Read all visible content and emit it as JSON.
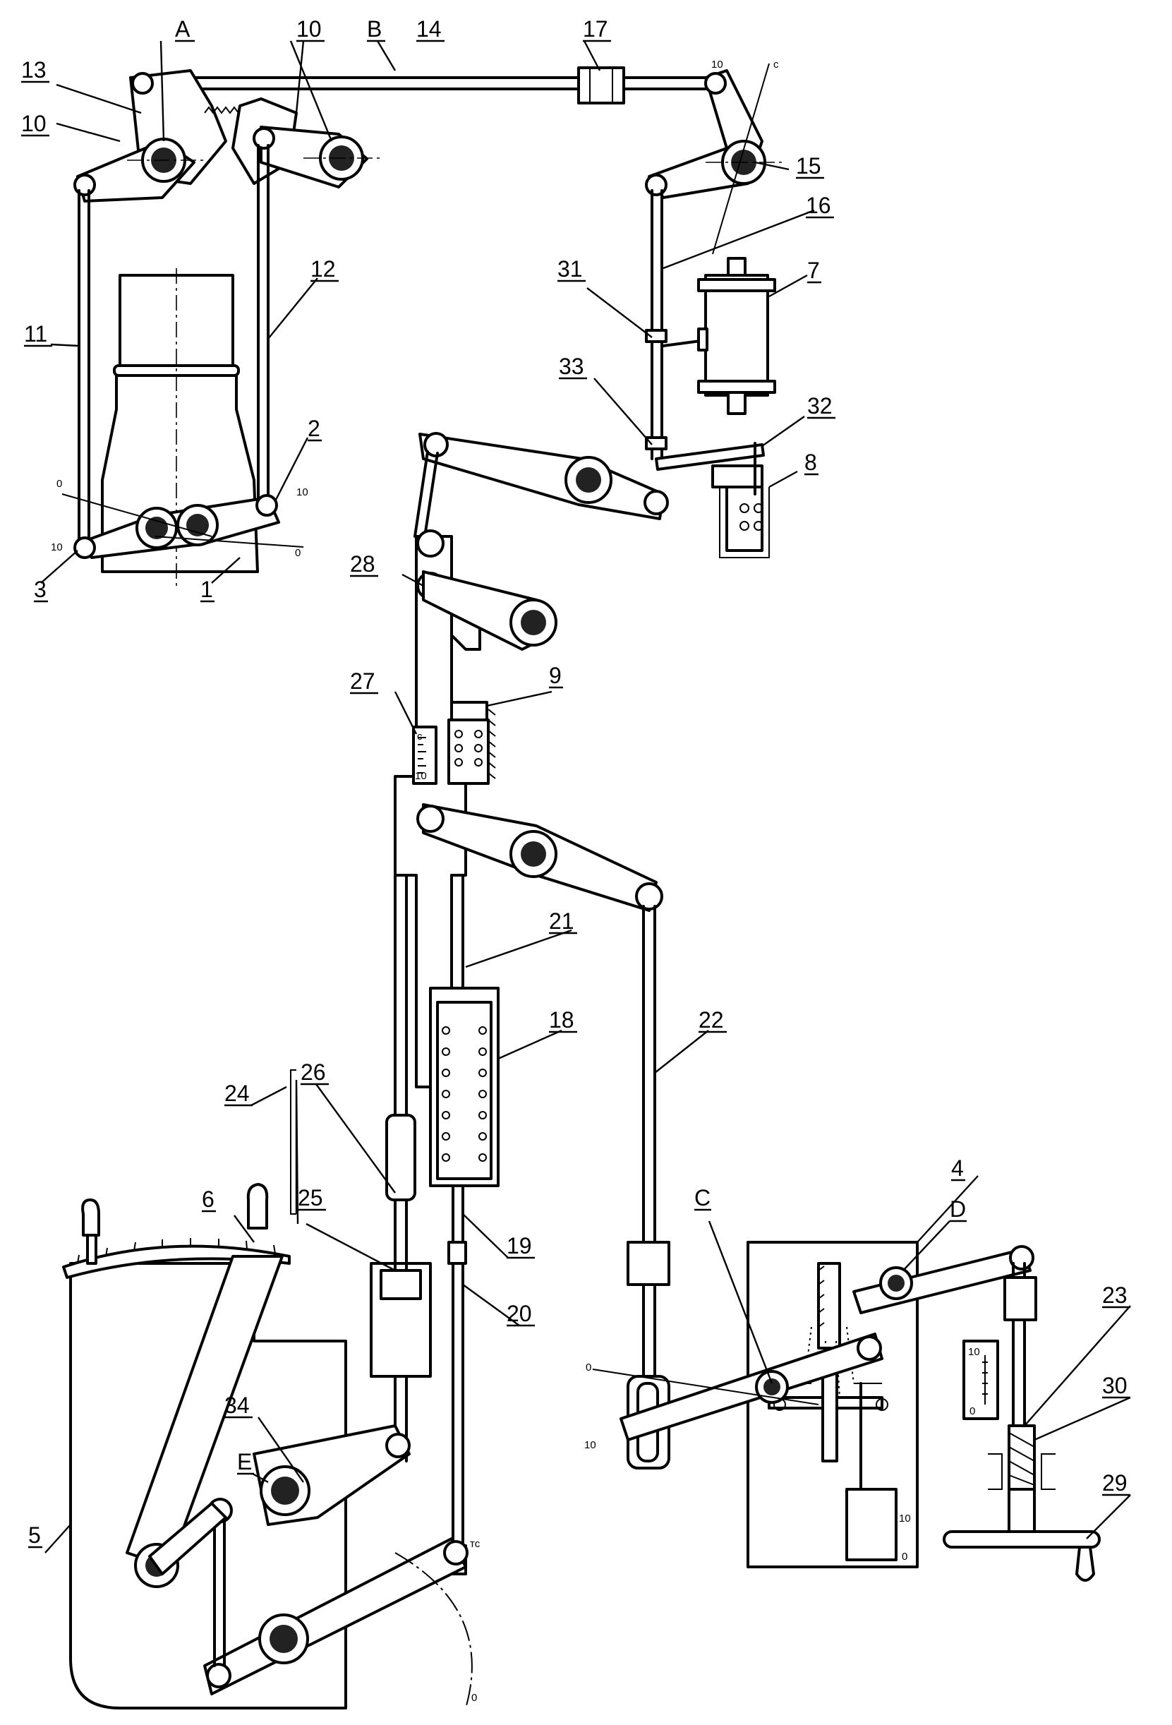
{
  "labels": {
    "l1": "1",
    "l2": "2",
    "l3": "3",
    "l4": "4",
    "l5": "5",
    "l6": "6",
    "l7": "7",
    "l8": "8",
    "l9": "9",
    "l10a": "10",
    "l10b": "10",
    "l11": "11",
    "l12": "12",
    "l13": "13",
    "l14": "14",
    "l15": "15",
    "l16": "16",
    "l17": "17",
    "l18": "18",
    "l19": "19",
    "l20": "20",
    "l21": "21",
    "l22": "22",
    "l23": "23",
    "l24": "24",
    "l25": "25",
    "l26": "26",
    "l27": "27",
    "l28": "28",
    "l29": "29",
    "l30": "30",
    "l31": "31",
    "l32": "32",
    "l33": "33",
    "l34": "34",
    "lA": "A",
    "lB": "B",
    "lC": "C",
    "lD": "D",
    "lE": "E"
  },
  "scale_marks": {
    "zero": "0",
    "ten": "10",
    "c": "c",
    "tc": "тс"
  }
}
